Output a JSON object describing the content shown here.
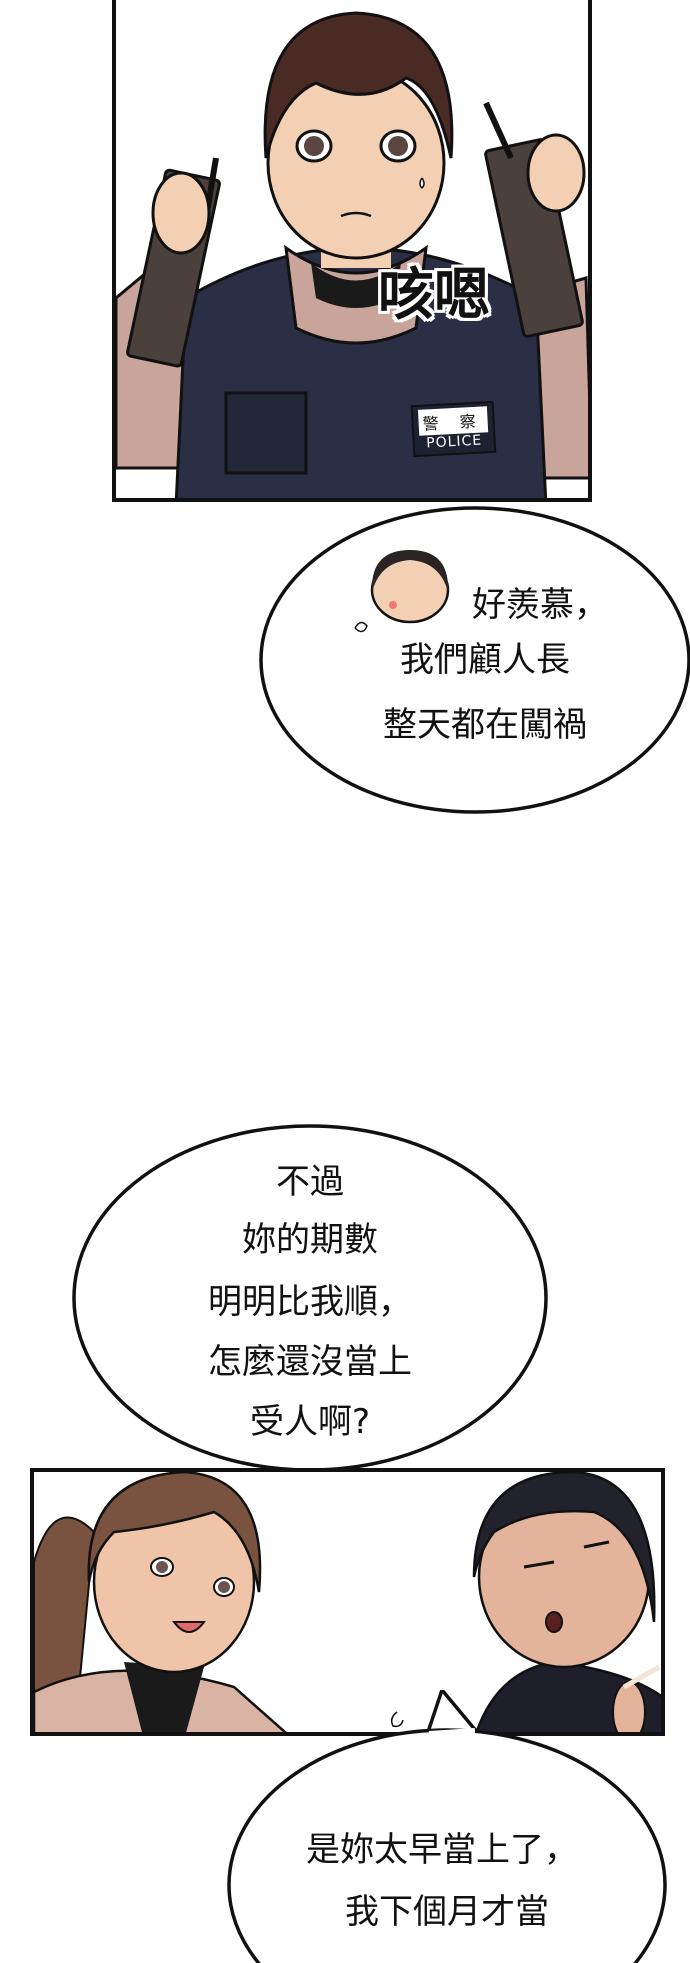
{
  "panels": [
    {
      "sfx": "咳嗯",
      "badge": {
        "chinese": "警 察",
        "english": "POLICE"
      }
    },
    {}
  ],
  "bubbles": [
    {
      "lines": [
        "好羨慕，",
        "我們顧人長",
        "整天都在闖禍"
      ]
    },
    {
      "lines": [
        "不過",
        "妳的期數",
        "明明比我順，",
        "怎麼還沒當上",
        "受人啊?"
      ]
    },
    {
      "lines": [
        "是妳太早當上了，",
        "我下個月才當"
      ]
    }
  ],
  "colors": {
    "outline": "#111111",
    "vest": "#2a2f45",
    "hair": "#4a2a24",
    "skin": "#f3cfb4",
    "jacket": "#c9a49a"
  }
}
